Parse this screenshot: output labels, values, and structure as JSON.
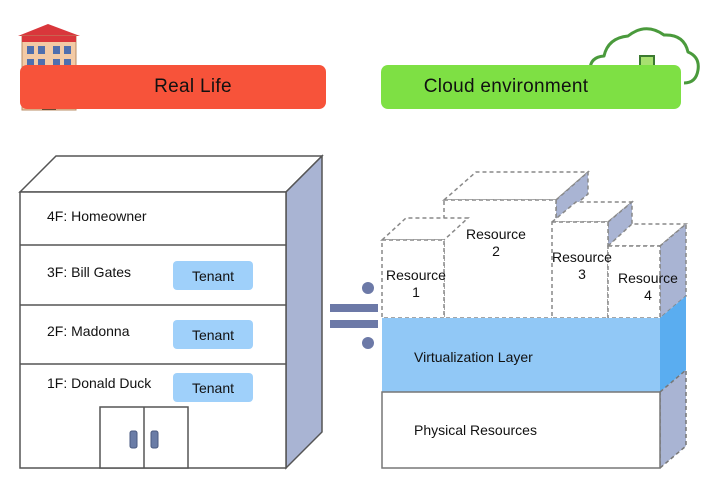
{
  "header": {
    "real_life_label": "Real Life",
    "cloud_label": "Cloud environment"
  },
  "building": {
    "floors": [
      {
        "label": "4F: Homeowner",
        "tenant": ""
      },
      {
        "label": "3F: Bill Gates",
        "tenant": "Tenant"
      },
      {
        "label": "2F: Madonna",
        "tenant": "Tenant"
      },
      {
        "label": "1F: Donald Duck",
        "tenant": "Tenant"
      }
    ]
  },
  "cloud": {
    "resources": [
      {
        "line1": "Resource",
        "line2": "1"
      },
      {
        "line1": "Resource",
        "line2": "2"
      },
      {
        "line1": "Resource",
        "line2": "3"
      },
      {
        "line1": "Resource",
        "line2": "4"
      }
    ],
    "virtualization_layer": "Virtualization Layer",
    "physical_resources": "Physical Resources"
  },
  "colors": {
    "real_life": "#f7533a",
    "cloud": "#7ee044",
    "building_side": "#a9b4d3",
    "tenant": "#9fd0fa",
    "virtualization_front": "#91c8f6",
    "virtualization_side": "#5aadf0",
    "equals": "#6c79a7"
  },
  "icons": [
    "hotel-building-icon",
    "cloud-network-icon",
    "equals-sign-icon"
  ]
}
